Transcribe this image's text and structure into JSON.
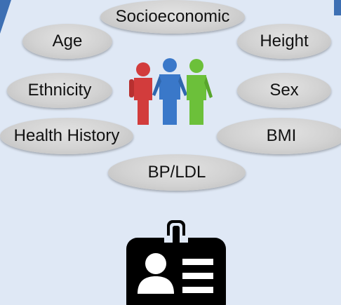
{
  "factors": {
    "socioeconomic": "Socioeconomic",
    "age": "Age",
    "height": "Height",
    "ethnicity": "Ethnicity",
    "sex": "Sex",
    "health_history": "Health History",
    "bmi": "BMI",
    "bp_ldl": "BP/LDL"
  },
  "colors": {
    "background": "#dfe8f5",
    "person_red": "#d23c3c",
    "person_blue": "#3a78c9",
    "person_green": "#6cc03a",
    "badge": "#000000",
    "accent_blue": "#3d6fb3"
  },
  "icons": [
    "people-group-icon",
    "id-badge-icon"
  ]
}
